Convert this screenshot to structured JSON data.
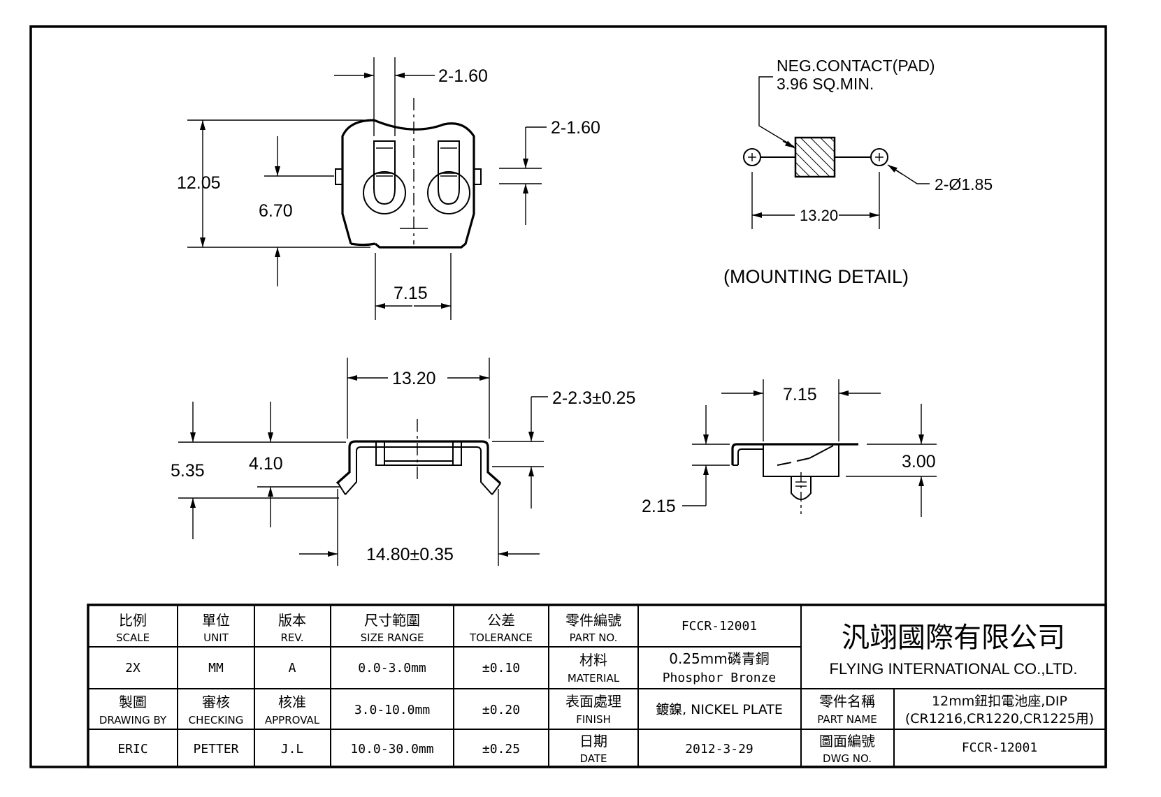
{
  "dimensions": {
    "top_pin_width": "2-1.60",
    "pin_gap": "2-1.60",
    "overall_height": "12.05",
    "pin_offset": "6.70",
    "bottom_width": "7.15",
    "neg_contact": "NEG.CONTACT(PAD)",
    "neg_contact_size": "3.96 SQ.MIN.",
    "hole_dia": "2-Ø1.85",
    "hole_spacing": "13.20",
    "mounting_detail": "(MOUNTING DETAIL)",
    "pin_spacing": "13.20",
    "pin_thickness": "2-2.3±0.25",
    "total_height": "5.35",
    "body_height": "4.10",
    "total_width": "14.80±0.35",
    "side_width": "7.15",
    "side_height": "3.00",
    "side_lead": "2.15"
  },
  "title_block": {
    "headers": [
      {
        "zh": "比例",
        "en": "SCALE"
      },
      {
        "zh": "單位",
        "en": "UNIT"
      },
      {
        "zh": "版本",
        "en": "REV."
      },
      {
        "zh": "尺寸範圍",
        "en": "SIZE RANGE"
      },
      {
        "zh": "公差",
        "en": "TOLERANCE"
      },
      {
        "zh": "零件編號",
        "en": "PART NO."
      }
    ],
    "part_no": "FCCR-12001",
    "scale": "2X",
    "unit": "MM",
    "rev": "A",
    "ranges": [
      "0.0-3.0mm",
      "3.0-10.0mm",
      "10.0-30.0mm"
    ],
    "tolerances": [
      "±0.10",
      "±0.20",
      "±0.25"
    ],
    "material_label": {
      "zh": "材料",
      "en": "MATERIAL"
    },
    "material_zh": "0.25mm磷青銅",
    "material_en": "Phosphor Bronze",
    "drawing_by": {
      "zh": "製圖",
      "en": "DRAWING BY"
    },
    "checking": {
      "zh": "審核",
      "en": "CHECKING"
    },
    "approval": {
      "zh": "核准",
      "en": "APPROVAL"
    },
    "finish_label": {
      "zh": "表面處理",
      "en": "FINISH"
    },
    "finish": "鍍鎳, NICKEL PLATE",
    "drawn_name": "ERIC",
    "checked_name": "PETTER",
    "approved_name": "J.L",
    "date_label": {
      "zh": "日期",
      "en": "DATE"
    },
    "date": "2012-3-29",
    "company_zh": "汎翊國際有限公司",
    "company_en": "FLYING INTERNATIONAL CO.,LTD.",
    "part_name_label": {
      "zh": "零件名稱",
      "en": "PART NAME"
    },
    "part_name_1": "12mm鈕扣電池座,DIP",
    "part_name_2": "(CR1216,CR1220,CR1225用)",
    "dwg_no_label": {
      "zh": "圖面編號",
      "en": "DWG NO."
    },
    "dwg_no": "FCCR-12001"
  }
}
